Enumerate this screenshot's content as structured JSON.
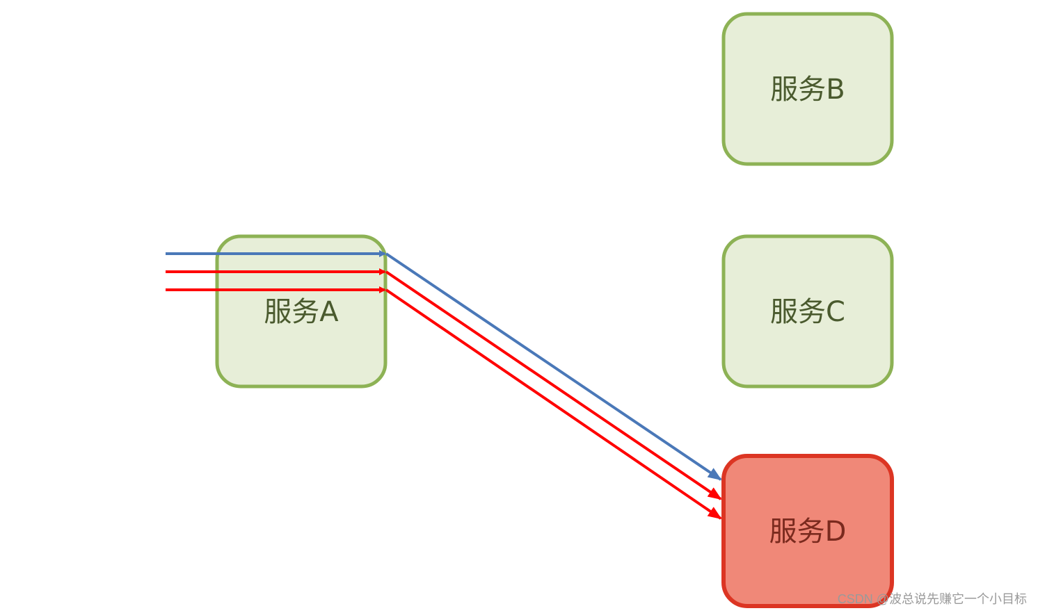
{
  "services": {
    "a": {
      "label": "服务A"
    },
    "b": {
      "label": "服务B"
    },
    "c": {
      "label": "服务C"
    },
    "d": {
      "label": "服务D"
    }
  },
  "colors": {
    "healthy_fill": "#e7eed8",
    "healthy_border": "#8db255",
    "healthy_text": "#4a5a2e",
    "failing_fill": "#f08878",
    "failing_border": "#dc3523",
    "failing_text": "#7a2a1e",
    "request_blue": "#4a78b8",
    "request_red": "#ff0000"
  },
  "requests": [
    {
      "color": "blue"
    },
    {
      "color": "red"
    },
    {
      "color": "red"
    }
  ],
  "watermark": "CSDN @波总说先赚它一个小目标"
}
